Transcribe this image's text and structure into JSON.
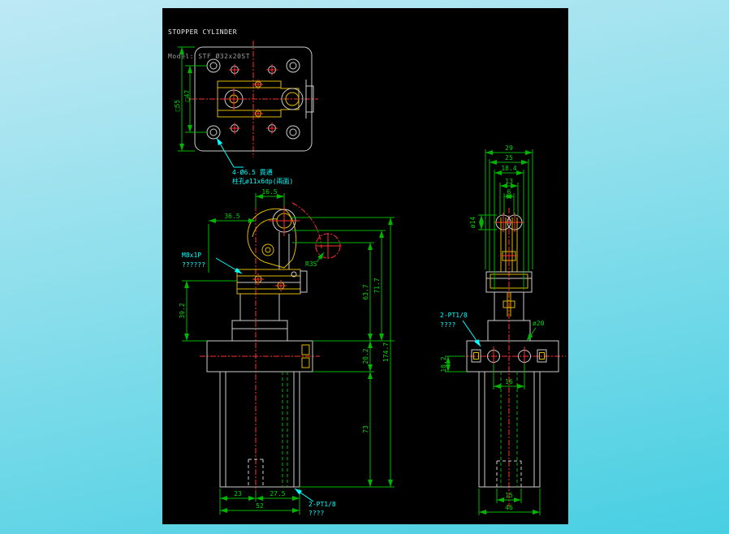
{
  "window": {
    "title_line1": "STOPPER CYLINDER",
    "title_line2": "Model: STF Ø32x20ST"
  },
  "colors": {
    "page_gradient_top": "#bde9f4",
    "page_gradient_bottom": "#47cfe2",
    "canvas_background": "#000000",
    "dimension_green": "#00b400",
    "annotation_cyan": "#00ffff",
    "geometry_gray": "#cdcdcd",
    "mechanism_yellow": "#dfb800",
    "centerline_red": "#ff3030",
    "title_white": "#efefef",
    "subtitle_gray": "#9f9f9f"
  },
  "top_view": {
    "dim_bolt_pitch": "□47",
    "dim_flange_width": "□55",
    "note_holes_line1": "4-Ø6.5 貫通",
    "note_holes_line2": "柱孔ø11x6dp(兩面)"
  },
  "front_view": {
    "dim_roller_offset": "16.5",
    "dim_36_5": "36.5",
    "thread_label": "M8x1P",
    "thread_note": "??????",
    "radius_label": "R35",
    "dim_39_2": "39.2",
    "dim_63_7": "63.7",
    "dim_71_7": "71.7",
    "dim_total_height": "174.7",
    "dim_flange_thickness": "20.2",
    "dim_body_height": "73",
    "dim_23": "23",
    "dim_27_5": "27.5",
    "dim_52": "52",
    "port_label": "2-PT1/8",
    "port_note": "????"
  },
  "side_view": {
    "dim_29": "29",
    "dim_25": "25",
    "dim_18_4": "18.4",
    "dim_13": "13",
    "dim_6": "6",
    "dim_roller_dia": "ø14",
    "port_label": "2-PT1/8",
    "port_note": "????",
    "dim_rod_dia": "ø20",
    "dim_10_2": "10.2",
    "dim_16": "16",
    "dim_15": "15",
    "dim_46": "46"
  }
}
